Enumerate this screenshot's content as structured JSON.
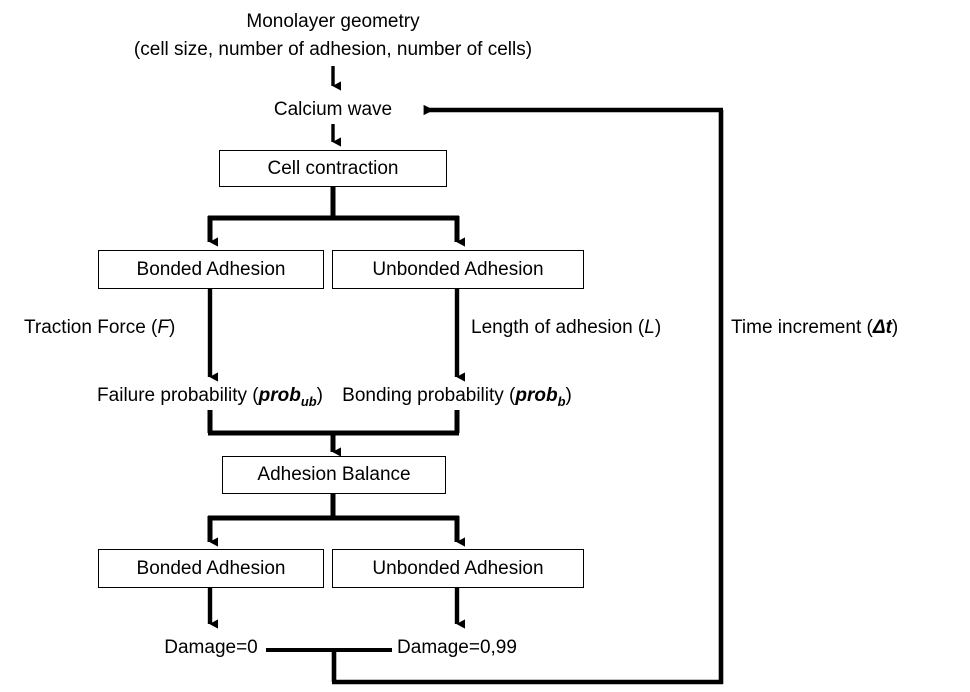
{
  "diagram": {
    "title": "Monolayer cell adhesion simulation flowchart",
    "stroke_color": "#000000",
    "background_color": "#ffffff",
    "nodes": {
      "monolayer_line1": "Monolayer geometry",
      "monolayer_line2": "(cell size, number of adhesion, number of cells)",
      "calcium_wave": "Calcium wave",
      "cell_contraction": "Cell contraction",
      "bonded_adhesion_top": "Bonded Adhesion",
      "unbonded_adhesion_top": "Unbonded Adhesion",
      "adhesion_balance": "Adhesion Balance",
      "bonded_adhesion_bottom": "Bonded Adhesion",
      "unbonded_adhesion_bottom": "Unbonded Adhesion",
      "damage_zero": "Damage=0",
      "damage_high": "Damage=0,99"
    },
    "edge_labels": {
      "traction_force_text": "Traction Force (",
      "traction_force_symbol": "F",
      "traction_force_close": ")",
      "length_adhesion_text": "Length of adhesion (",
      "length_adhesion_symbol": "L",
      "length_adhesion_close": ")",
      "failure_probability_text": "Failure probability (",
      "failure_probability_symbol": "prob",
      "failure_probability_sub": "ub",
      "failure_probability_close": ")",
      "bonding_probability_text": "Bonding probability (",
      "bonding_probability_symbol": "prob",
      "bonding_probability_sub": "b",
      "bonding_probability_close": ")",
      "time_increment_text": "Time increment (",
      "time_increment_symbol": "Δt",
      "time_increment_close": ")"
    }
  }
}
